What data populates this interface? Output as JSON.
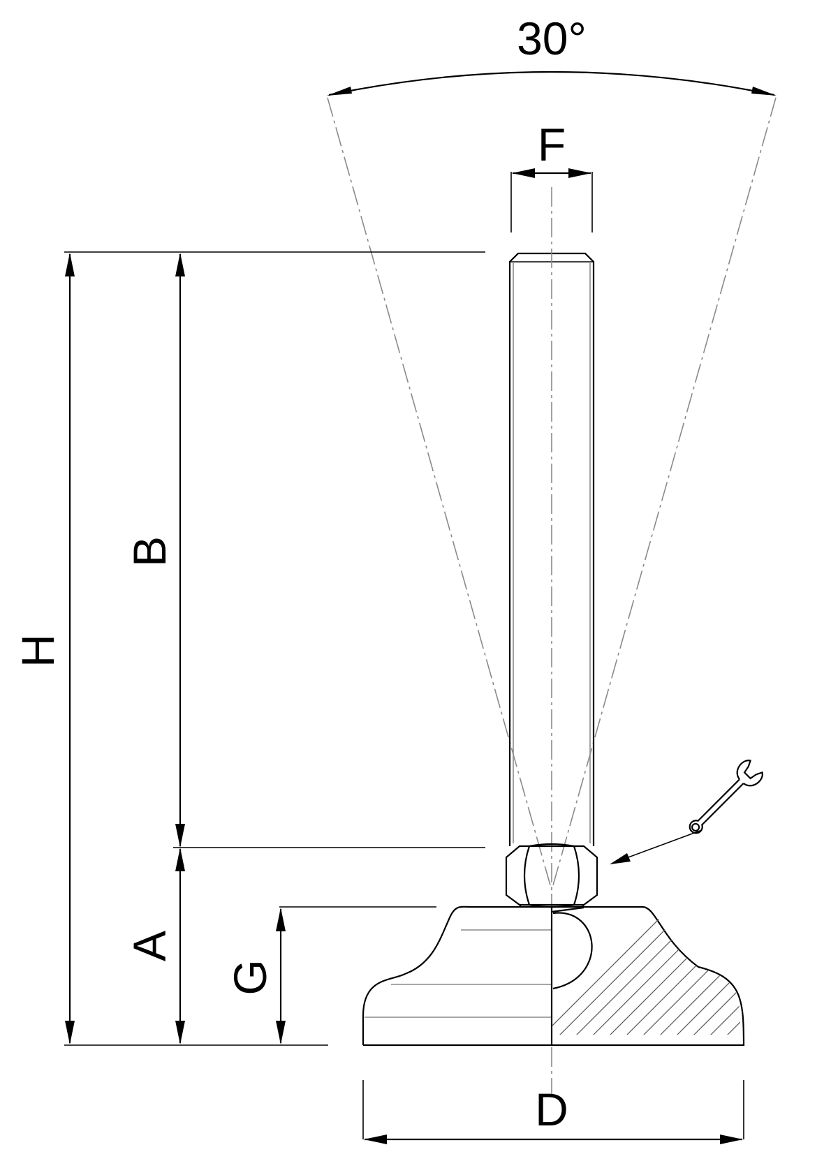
{
  "drawing": {
    "labels": {
      "angle": "30°",
      "thread_diameter": "F",
      "total_height": "H",
      "thread_length": "B",
      "base_height": "A",
      "pad_height": "G",
      "pad_diameter": "D"
    },
    "icons": {
      "adjust_tool": "wrench-icon"
    },
    "colors": {
      "outline": "#000000",
      "hidden_lines": "#8a8a8a",
      "background": "#ffffff"
    }
  }
}
